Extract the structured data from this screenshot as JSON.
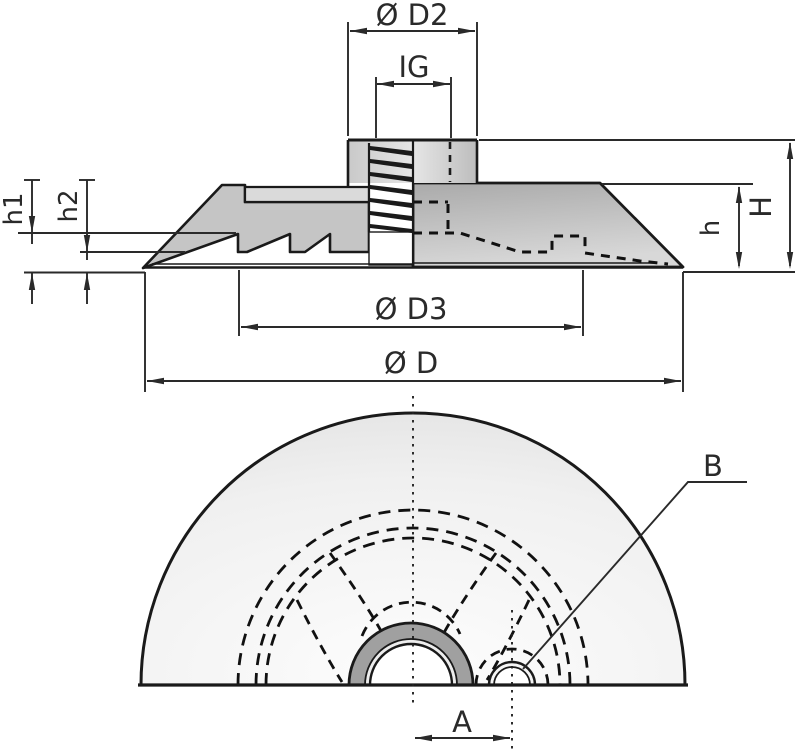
{
  "drawing": {
    "type": "suction-cup-dimensional-drawing",
    "views": {
      "cross_section": "side cross-section view",
      "bottom": "bottom half-circle view"
    }
  },
  "dims": {
    "d2": "Ø D2",
    "ig": "IG",
    "h1": "h1",
    "h2": "h2",
    "big_h": "H",
    "small_h": "h",
    "d3": "Ø D3",
    "d": "Ø D",
    "a": "A",
    "b": "B"
  },
  "colors": {
    "outline": "#1a1a1a",
    "dimension_lines": "#2a2a2a",
    "cut_material": "#c5c5c5",
    "insert_light": "#dadada",
    "exterior_dark": "#b2b2b2",
    "exterior_light": "#d8d8d8",
    "annulus_dark": "#a0a0a0",
    "disc_edge": "#e7e7e7",
    "background": "#ffffff"
  }
}
